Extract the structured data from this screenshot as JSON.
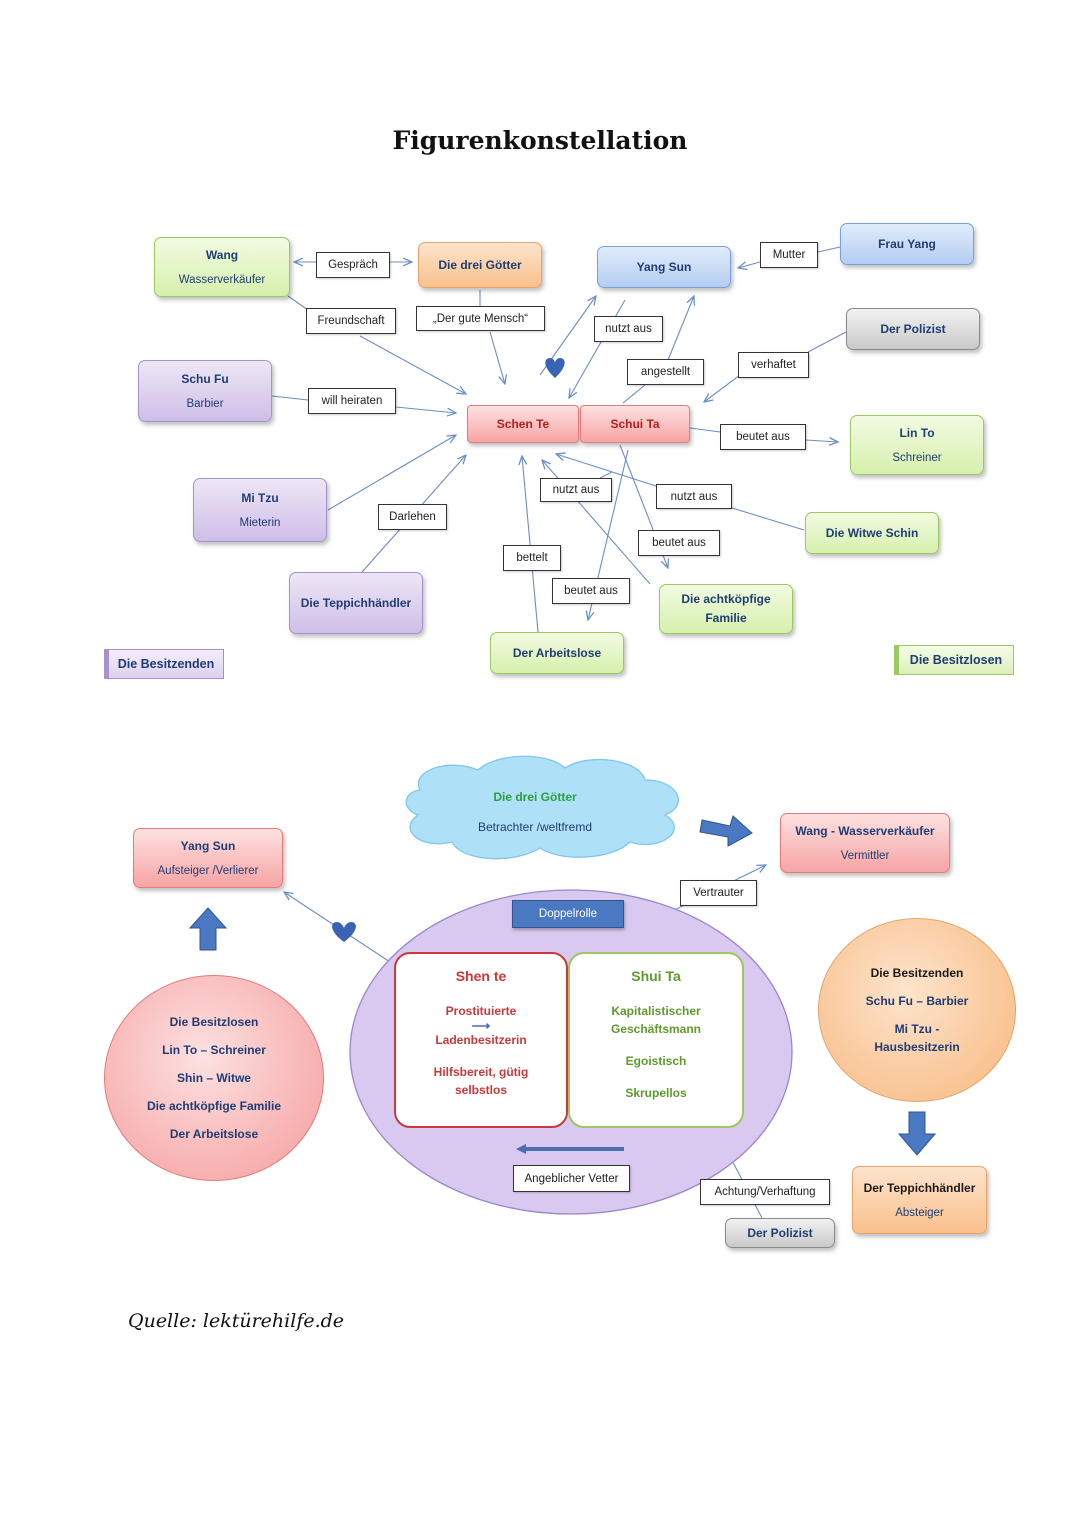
{
  "title": "Figurenkonstellation",
  "source": "Quelle: lektürehilfe.de",
  "top": {
    "wang": {
      "name": "Wang",
      "role": "Wasserverkäufer"
    },
    "goetter": "Die drei Götter",
    "yang_sun": "Yang Sun",
    "frau_yang": "Frau Yang",
    "polizist": "Der Polizist",
    "schu_fu": {
      "name": "Schu Fu",
      "role": "Barbier"
    },
    "schen_te": "Schen Te",
    "schui_ta": "Schui Ta",
    "lin_to": {
      "name": "Lin To",
      "role": "Schreiner"
    },
    "mi_tzu": {
      "name": "Mi Tzu",
      "role": "Mieterin"
    },
    "witwe": "Die Witwe Schin",
    "teppich": "Die Teppichhändler",
    "familie": "Die achtköpfige Familie",
    "arbeitslose": "Der Arbeitslose",
    "besitzende": "Die Besitzenden",
    "besitzlose": "Die Besitzlosen",
    "labels": {
      "gespraech": "Gespräch",
      "freundschaft": "Freundschaft",
      "guter_mensch": "„Der gute Mensch“",
      "nutzt_aus_1": "nutzt aus",
      "mutter": "Mutter",
      "angestellt": "angestellt",
      "verhaftet": "verhaftet",
      "will_heiraten": "will heiraten",
      "beutet_aus_1": "beutet aus",
      "darlehen": "Darlehen",
      "nutzt_aus_2": "nutzt aus",
      "nutzt_aus_3": "nutzt aus",
      "beutet_aus_2": "beutet aus",
      "bettelt": "bettelt",
      "beutet_aus_3": "beutet aus"
    }
  },
  "bottom": {
    "goetter": {
      "name": "Die drei Götter",
      "role": "Betrachter /weltfremd"
    },
    "wang": {
      "name": "Wang - Wasserverkäufer",
      "role": "Vermittler"
    },
    "yang_sun": {
      "name": "Yang Sun",
      "role": "Aufsteiger /Verlierer"
    },
    "vertrauter": "Vertrauter",
    "doppelrolle": "Doppelrolle",
    "shen_te": {
      "head": "Shen te",
      "l1": "Prostituierte",
      "l2": "Ladenbesitzerin",
      "l3": "Hilfsbereit, gütig",
      "l4": "selbstlos"
    },
    "shui_ta": {
      "head": "Shui Ta",
      "l1": "Kapitalistischer",
      "l2": "Geschäftsmann",
      "l3": "Egoistisch",
      "l4": "Skrupellos"
    },
    "besitzlose": {
      "head": "Die Besitzlosen",
      "items": [
        "Lin To – Schreiner",
        "Shin – Witwe",
        "Die achtköpfige Familie",
        "Der Arbeitslose"
      ]
    },
    "besitzende": {
      "head": "Die Besitzenden",
      "items": [
        "Schu Fu – Barbier",
        "Mi Tzu -",
        "Hausbesitzerin"
      ]
    },
    "vetter": "Angeblicher Vetter",
    "achtung": "Achtung/Verhaftung",
    "polizist": "Der Polizist",
    "teppich": {
      "name": "Der Teppichhändler",
      "role": "Absteiger"
    }
  }
}
